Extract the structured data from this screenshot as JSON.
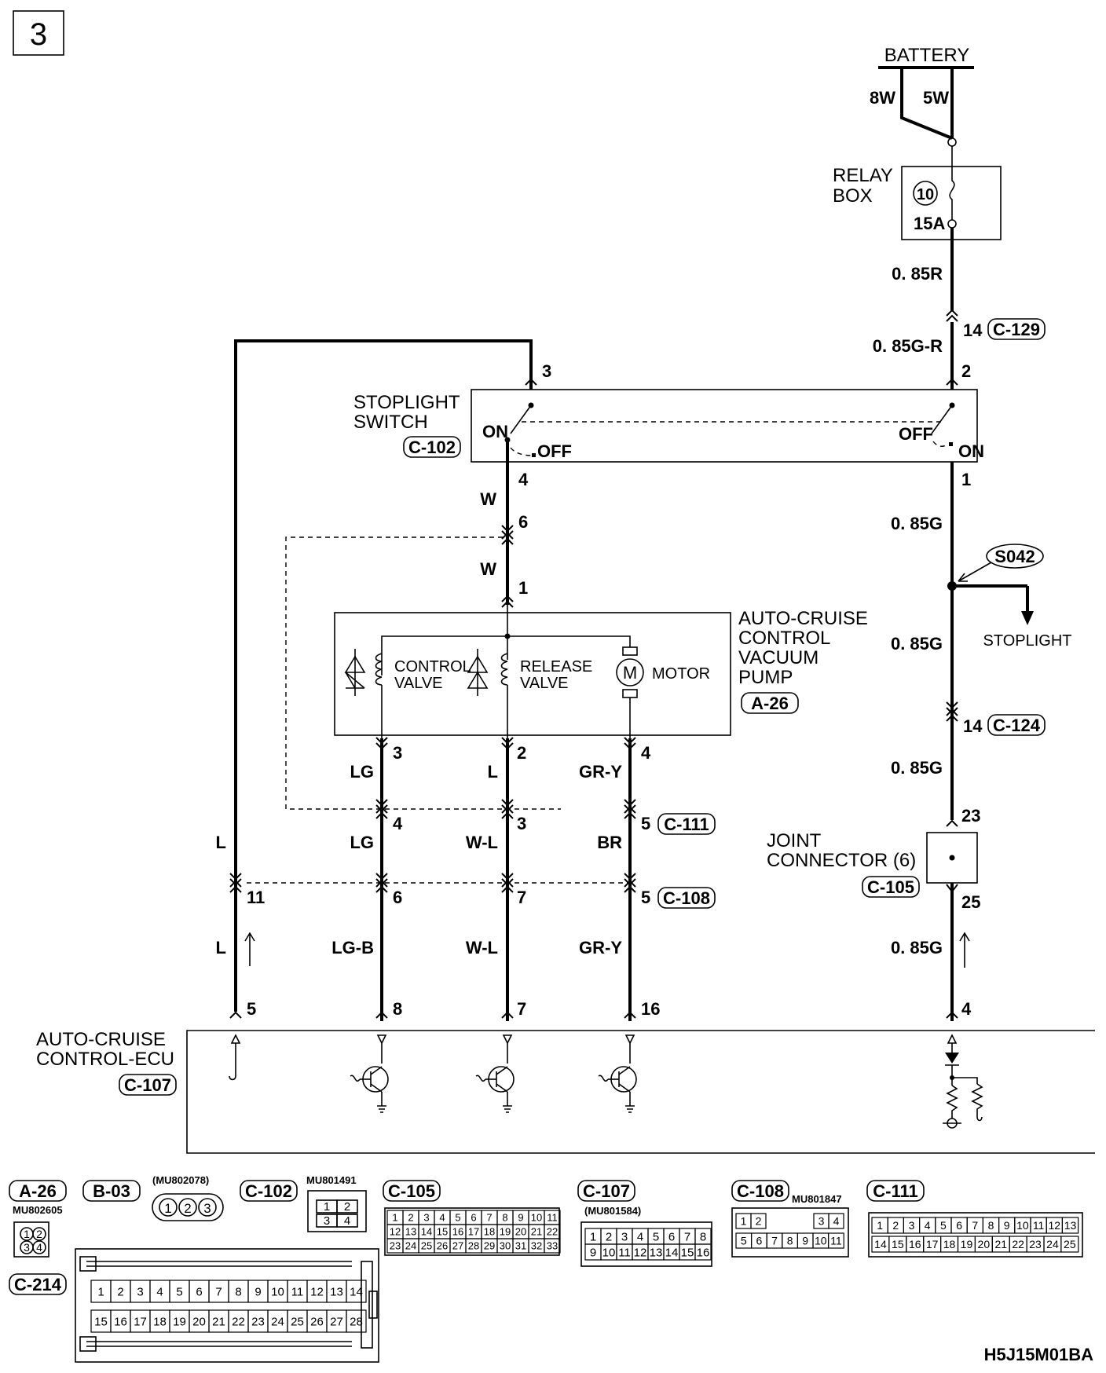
{
  "page_number": "3",
  "figure_code": "H5J15M01BA",
  "battery": {
    "label": "BATTERY",
    "wire_left": "8W",
    "wire_right": "5W"
  },
  "relay_box": {
    "label_line1": "RELAY",
    "label_line2": "BOX",
    "fuse_number": "10",
    "fuse_rating": "15A"
  },
  "stoplight_switch": {
    "label_line1": "STOPLIGHT",
    "label_line2": "SWITCH",
    "connector": "C-102",
    "state_on": "ON",
    "state_off": "OFF"
  },
  "vacuum_pump": {
    "label_line1": "AUTO-CRUISE",
    "label_line2": "CONTROL",
    "label_line3": "VACUUM",
    "label_line4": "PUMP",
    "connector": "A-26",
    "control_valve_line1": "CONTROL",
    "control_valve_line2": "VALVE",
    "release_valve_line1": "RELEASE",
    "release_valve_line2": "VALVE",
    "motor": "MOTOR",
    "motor_symbol": "M"
  },
  "joint_connector": {
    "label_line1": "JOINT",
    "label_line2": "CONNECTOR (6)",
    "connector": "C-105"
  },
  "ecu": {
    "label_line1": "AUTO-CRUISE",
    "label_line2": "CONTROL-ECU",
    "connector": "C-107"
  },
  "splice": "S042",
  "stoplight_branch": "STOPLIGHT",
  "wire_labels": {
    "r_085R": "0. 85R",
    "r_085GR": "0. 85G-R",
    "r_085G_1": "0. 85G",
    "r_085G_2": "0. 85G",
    "r_085G_3": "0. 85G",
    "r_085G_4": "0. 85G",
    "w_1": "W",
    "w_2": "W",
    "lg": "LG",
    "l": "L",
    "gry": "GR-Y",
    "l_left_1": "L",
    "lg_2": "LG",
    "wl_1": "W-L",
    "br": "BR",
    "l_left_2": "L",
    "lgb": "LG-B",
    "wl_2": "W-L",
    "gry_2": "GR-Y"
  },
  "pins": {
    "c129_14": "14",
    "sw_3": "3",
    "sw_2": "2",
    "sw_4": "4",
    "sw_1": "1",
    "j_6": "6",
    "p_1": "1",
    "p_3": "3",
    "p_2": "2",
    "p_4": "4",
    "c111_4": "4",
    "c111_3": "3",
    "c111_5": "5",
    "c108_11": "11",
    "c108_6": "6",
    "c108_7": "7",
    "c108_5": "5",
    "c124_14": "14",
    "jc_23": "23",
    "jc_25": "25",
    "ecu_5": "5",
    "ecu_8": "8",
    "ecu_7": "7",
    "ecu_16": "16",
    "ecu_4": "4"
  },
  "inline_connectors": {
    "c129": "C-129",
    "c124": "C-124",
    "c111": "C-111",
    "c108": "C-108"
  },
  "legend": {
    "a26": {
      "id": "A-26",
      "part": "MU802605",
      "pins": [
        "1",
        "2",
        "3",
        "4"
      ]
    },
    "b03": {
      "id": "B-03",
      "part": "(MU802078)",
      "pins": [
        "1",
        "2",
        "3"
      ]
    },
    "c102": {
      "id": "C-102",
      "part": "MU801491",
      "pins": [
        "1",
        "2",
        "3",
        "4"
      ]
    },
    "c105": {
      "id": "C-105",
      "row1": [
        "1",
        "2",
        "3",
        "4",
        "5",
        "6",
        "7",
        "8",
        "9",
        "10",
        "11"
      ],
      "row2": [
        "12",
        "13",
        "14",
        "15",
        "16",
        "17",
        "18",
        "19",
        "20",
        "21",
        "22"
      ],
      "row3": [
        "23",
        "24",
        "25",
        "26",
        "27",
        "28",
        "29",
        "30",
        "31",
        "32",
        "33"
      ]
    },
    "c107": {
      "id": "C-107",
      "part": "(MU801584)",
      "row1": [
        "1",
        "2",
        "3",
        "4",
        "5",
        "6",
        "7",
        "8"
      ],
      "row2": [
        "9",
        "10",
        "11",
        "12",
        "13",
        "14",
        "15",
        "16"
      ]
    },
    "c108": {
      "id": "C-108",
      "part": "MU801847",
      "row1": [
        "1",
        "2",
        "3",
        "4"
      ],
      "row2": [
        "5",
        "6",
        "7",
        "8",
        "9",
        "10",
        "11"
      ]
    },
    "c111": {
      "id": "C-111",
      "row1": [
        "1",
        "2",
        "3",
        "4",
        "5",
        "6",
        "7",
        "8",
        "9",
        "10",
        "11",
        "12",
        "13"
      ],
      "row2": [
        "14",
        "15",
        "16",
        "17",
        "18",
        "19",
        "20",
        "21",
        "22",
        "23",
        "24",
        "25"
      ]
    },
    "c214": {
      "id": "C-214",
      "row1": [
        "1",
        "2",
        "3",
        "4",
        "5",
        "6",
        "7",
        "8",
        "9",
        "10",
        "11",
        "12",
        "13",
        "14"
      ],
      "row2": [
        "15",
        "16",
        "17",
        "18",
        "19",
        "20",
        "21",
        "22",
        "23",
        "24",
        "25",
        "26",
        "27",
        "28"
      ]
    }
  }
}
